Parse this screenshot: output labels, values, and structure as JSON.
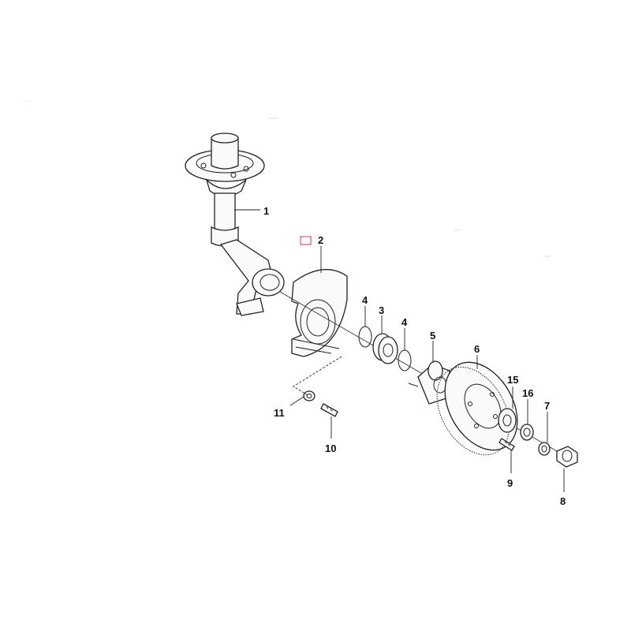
{
  "diagram": {
    "callouts": [
      {
        "id": "c1",
        "text": "1"
      },
      {
        "id": "c2",
        "text": "2"
      },
      {
        "id": "c3",
        "text": "3"
      },
      {
        "id": "c4a",
        "text": "4"
      },
      {
        "id": "c4b",
        "text": "4"
      },
      {
        "id": "c5",
        "text": "5"
      },
      {
        "id": "c6",
        "text": "6"
      },
      {
        "id": "c7",
        "text": "7"
      },
      {
        "id": "c8",
        "text": "8"
      },
      {
        "id": "c9",
        "text": "9"
      },
      {
        "id": "c10",
        "text": "10"
      },
      {
        "id": "c11",
        "text": "11"
      },
      {
        "id": "c15",
        "text": "15"
      },
      {
        "id": "c16",
        "text": "16"
      }
    ],
    "highlight_color": "#e03030"
  }
}
